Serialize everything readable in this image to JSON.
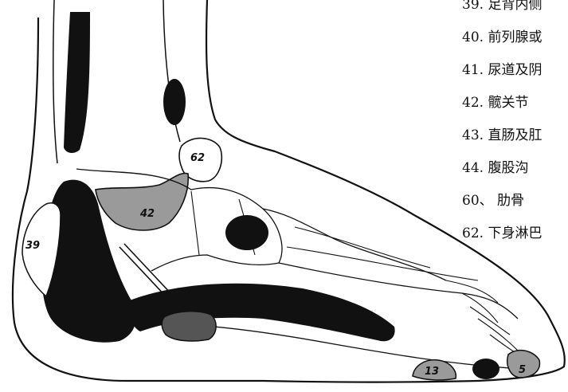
{
  "figure": {
    "labels": {
      "l39": "39",
      "l62": "62",
      "l42": "42",
      "l13": "13",
      "l5": "5"
    }
  },
  "legend": {
    "items": [
      "39. 足背内侧",
      "40. 前列腺或",
      "41. 尿道及阴",
      "42. 髋关节",
      "43. 直肠及肛",
      "44. 腹股沟",
      "60、 肋骨",
      "62. 下身淋巴"
    ]
  },
  "colors": {
    "ink": "#111111",
    "gray_fill": "#9a9a9a",
    "dark_gray_fill": "#555555",
    "paper": "#ffffff"
  }
}
